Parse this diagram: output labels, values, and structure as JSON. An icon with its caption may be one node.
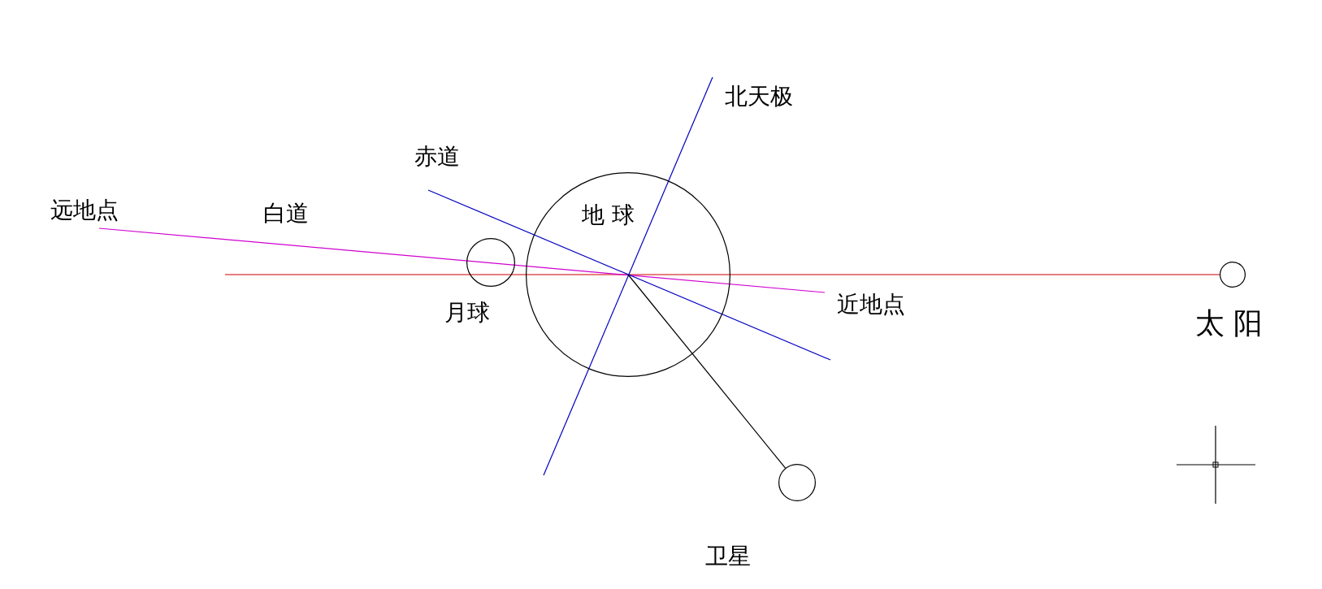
{
  "diagram": {
    "nodes": [
      {
        "text": [
          "地 球"
        ]
      },
      {
        "text": [],
        "shape": "circle",
        "beside": [
          "月球"
        ]
      },
      {
        "text": [],
        "shape": "circle",
        "beside": [
          "太 阳"
        ]
      },
      {
        "text": [],
        "shape": "circle",
        "beside": [
          "卫星"
        ]
      }
    ],
    "edges": [
      {
        "from": 0,
        "to": 3,
        "arrow": "none"
      }
    ],
    "labels": [
      "北天极",
      "赤道",
      "远地点",
      "白道",
      "近地点"
    ]
  }
}
